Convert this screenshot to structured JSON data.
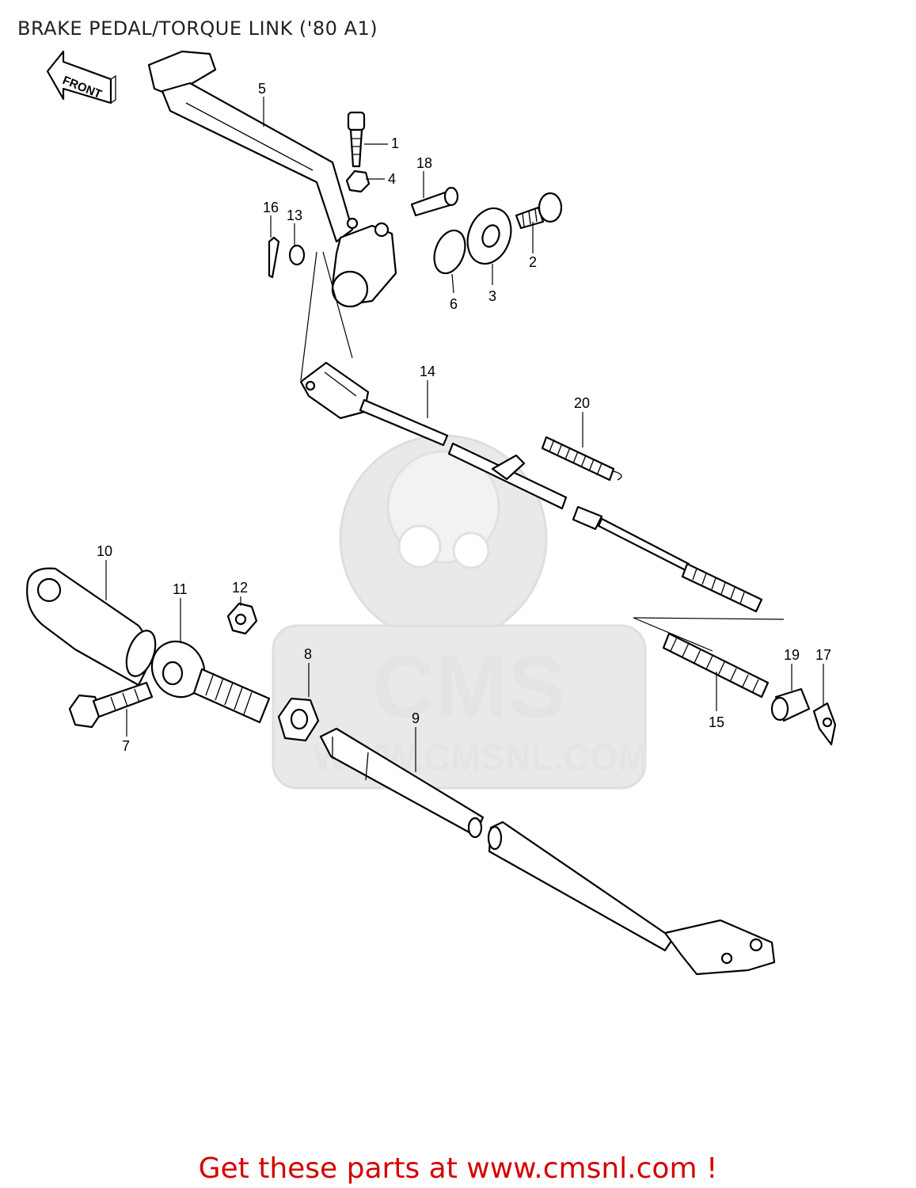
{
  "header": {
    "title": "BRAKE PEDAL/TORQUE LINK ('80 A1)"
  },
  "front_arrow": {
    "label": "FRONT",
    "icon": "front-arrow-icon"
  },
  "watermark": {
    "logo": "CMS",
    "url": "WWW.CMSNL.COM"
  },
  "callouts": {
    "c1": "1",
    "c2": "2",
    "c3": "3",
    "c4": "4",
    "c5": "5",
    "c6": "6",
    "c7": "7",
    "c8": "8",
    "c9": "9",
    "c10": "10",
    "c11": "11",
    "c12": "12",
    "c13": "13",
    "c14": "14",
    "c15": "15",
    "c16": "16",
    "c17": "17",
    "c18": "18",
    "c19": "19",
    "c20": "20"
  },
  "footer": {
    "text": "Get these parts at www.cmsnl.com !"
  },
  "colors": {
    "footer_text": "#d40000",
    "line": "#000000",
    "watermark": "#e4e4e4"
  }
}
